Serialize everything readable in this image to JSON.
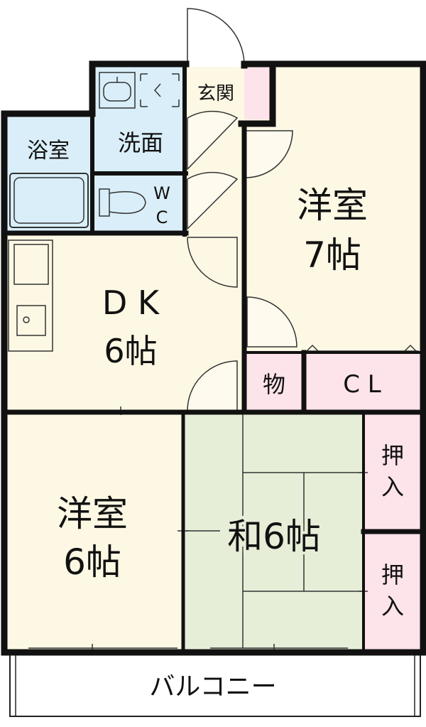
{
  "floorplan": {
    "rooms": {
      "genkan": "玄関",
      "bath": "浴室",
      "wash": "洗面",
      "wc_w": "W",
      "wc_c": "C",
      "dk_line1": "D K",
      "dk_line2": "6帖",
      "western7_line1": "洋室",
      "western7_line2": "7帖",
      "storage": "物",
      "closet": "C L",
      "western6_line1": "洋室",
      "western6_line2": "6帖",
      "japanese6": "和6帖",
      "oshiire1_line1": "押",
      "oshiire1_line2": "入",
      "oshiire2_line1": "押",
      "oshiire2_line2": "入",
      "balcony": "バルコニー"
    },
    "colors": {
      "wall": "#111111",
      "wet_area": "#d9eef8",
      "dk": "#fdf8e4",
      "western": "#fdf8e4",
      "tatami": "#e6eed8",
      "storage_pink": "#fde3ea",
      "genkan": "#fdf8e4"
    }
  }
}
